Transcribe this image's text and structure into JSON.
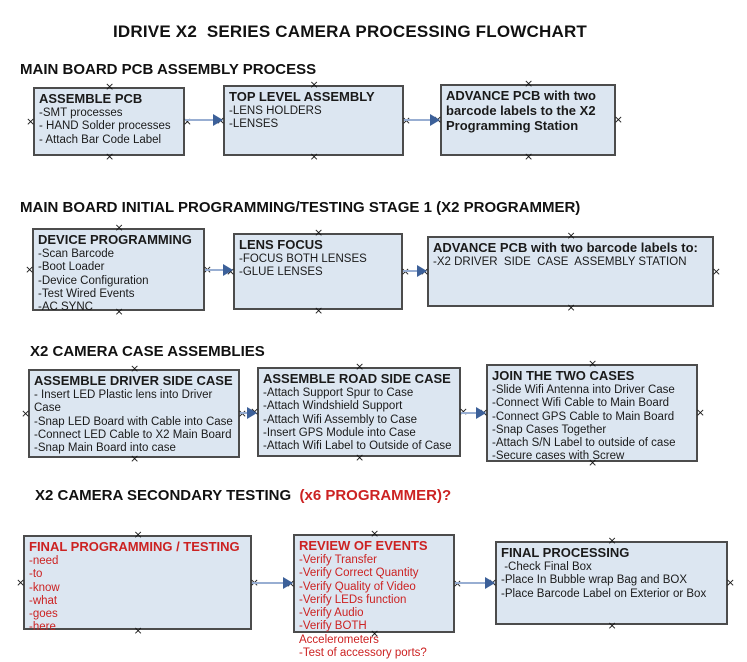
{
  "title": "IDRIVE X2  SERIES CAMERA PROCESSING FLOWCHART",
  "colors": {
    "box_fill": "#dce6f1",
    "box_border": "#4c4c4c",
    "accent_red": "#cc2222",
    "arrow_line": "#98aed2",
    "arrow_head": "#3c6099"
  },
  "connector_marker": "×",
  "sections": [
    {
      "heading": "MAIN BOARD PCB ASSEMBLY PROCESS",
      "boxes": [
        {
          "title": "ASSEMBLE PCB",
          "items": [
            "-SMT processes",
            "- HAND Solder processes",
            "- Attach Bar Code Label"
          ]
        },
        {
          "title": "TOP LEVEL ASSEMBLY",
          "items": [
            "-LENS HOLDERS",
            "-LENSES"
          ]
        },
        {
          "title": "ADVANCE PCB with two barcode labels to the X2 Programming Station",
          "items": []
        }
      ]
    },
    {
      "heading": "MAIN BOARD INITIAL PROGRAMMING/TESTING STAGE 1 (X2 PROGRAMMER)",
      "boxes": [
        {
          "title": "DEVICE PROGRAMMING",
          "items": [
            "-Scan Barcode",
            "-Boot Loader",
            "-Device Configuration",
            "-Test Wired Events",
            "-AC SYNC"
          ]
        },
        {
          "title": "LENS FOCUS",
          "items": [
            "-FOCUS BOTH LENSES",
            "-GLUE LENSES"
          ]
        },
        {
          "title": "ADVANCE PCB with two barcode labels to:",
          "items": [
            "-X2 DRIVER  SIDE  CASE  ASSEMBLY STATION"
          ]
        }
      ]
    },
    {
      "heading": "X2 CAMERA CASE ASSEMBLIES",
      "boxes": [
        {
          "title": "ASSEMBLE DRIVER SIDE CASE",
          "items": [
            "- Insert LED Plastic lens into Driver Case",
            "-Snap LED Board with Cable into Case",
            "-Connect LED Cable to X2 Main Board",
            "-Snap Main Board into case"
          ]
        },
        {
          "title": "ASSEMBLE ROAD SIDE CASE",
          "items": [
            "-Attach Support Spur to Case",
            "-Attach Windshield Support",
            "-Attach Wifi Assembly to Case",
            "-Insert GPS Module into Case",
            "-Attach Wifi Label to Outside of Case"
          ]
        },
        {
          "title": "JOIN THE TWO CASES",
          "items": [
            "-Slide Wifi Antenna into Driver Case",
            "-Connect Wifi Cable to Main Board",
            "-Connect GPS Cable to Main Board",
            "-Snap Cases Together",
            "-Attach S/N Label to outside of case",
            "-Secure cases with Screw"
          ]
        }
      ]
    },
    {
      "heading": "X2 CAMERA SECONDARY TESTING  ",
      "heading_red": "(x6 PROGRAMMER)?",
      "boxes": [
        {
          "title": "FINAL PROGRAMMING / TESTING",
          "items": [
            "-need",
            "-to",
            "-know",
            "-what",
            "-goes",
            "-here"
          ]
        },
        {
          "title": "REVIEW OF EVENTS",
          "items": [
            "-Verify Transfer",
            "-Verify Correct Quantity",
            "-Verify Quality of Video",
            "-Verify LEDs function",
            "-Verify Audio",
            "-Verify BOTH Accelerometers",
            "-Test of accessory ports?"
          ]
        },
        {
          "title": "FINAL PROCESSING",
          "items": [
            " -Check Final Box",
            "-Place In Bubble wrap Bag and BOX",
            "-Place Barcode Label on Exterior or Box"
          ]
        }
      ]
    }
  ]
}
